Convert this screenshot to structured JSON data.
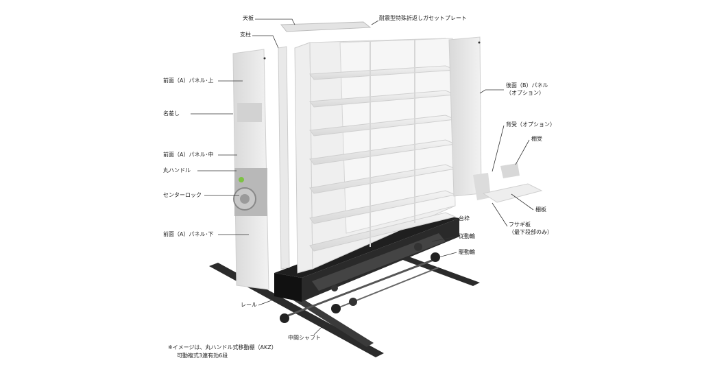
{
  "labels": {
    "tenban": "天板",
    "gusset": "耐震型特殊折返しガセットプレート",
    "shichu": "支柱",
    "front_a_top": "前面（A）パネル･上",
    "nafuda": "名差し",
    "front_a_mid": "前面（A）パネル･中",
    "maru_handle": "丸ハンドル",
    "center_lock": "センターロック",
    "front_a_bottom": "前面（A）パネル･下",
    "rear_b_panel": "後面（B）パネル",
    "rear_b_option": "（オプション）",
    "seuke_option": "背受（オプション）",
    "tanauke": "棚受",
    "tanaita": "棚板",
    "fusagi": "フサギ板",
    "fusagi_note": "（最下段部のみ）",
    "daiwaku": "台枠",
    "judourin": "従動輪",
    "kudourin": "駆動輪",
    "rail": "レール",
    "shaft": "中間シャフト"
  },
  "footnote": {
    "line1": "※イメージは、丸ハンドル式移動棚（AKZ）",
    "line2": "可動複式3連有効6段"
  },
  "colors": {
    "panel": "#e6e6e6",
    "frame": "#1f1f1f",
    "rail": "#2b2b2b",
    "accent_green": "#7cc243"
  }
}
